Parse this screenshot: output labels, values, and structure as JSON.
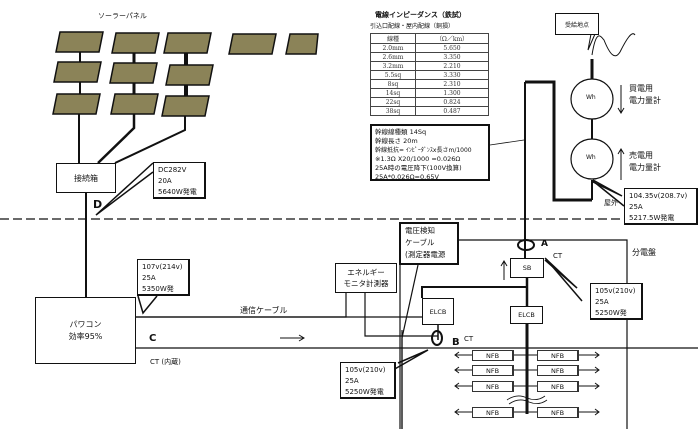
{
  "solar_panel_label": "ソーラーパネル",
  "impedance": {
    "title": "電線インピーダンス（鉄試）",
    "subtitle": "引込口配線・屋内配線（銅損）",
    "headers": [
      "線種",
      "（Ω／km）"
    ],
    "rows": [
      [
        "2.0mm",
        "5.650"
      ],
      [
        "2.6mm",
        "3.350"
      ],
      [
        "3.2mm",
        "2.210"
      ],
      [
        "5.5sq",
        "3.330"
      ],
      [
        "8sq",
        "2.310"
      ],
      [
        "14sq",
        "1.300"
      ],
      [
        "22sq",
        "0.824"
      ],
      [
        "38sq",
        "0.487"
      ]
    ]
  },
  "trunk_note": {
    "lines": [
      "幹線線種類 14Sq",
      "幹線長さ 20m",
      "幹線抵抗= ｲﾝﾋﾟｰﾀﾞﾝｽx長さm/1000",
      "※1.3Ω X20/1000 =0.026Ω",
      "25A時の電圧降下(100V換算)",
      "25A*0.026Ω=0.65V"
    ]
  },
  "service_point_label": "受給地点",
  "meters": {
    "buy": {
      "symbol": "Wh",
      "label_line1": "買電用",
      "label_line2": "電力量計"
    },
    "sell": {
      "symbol": "Wh",
      "label_line1": "売電用",
      "label_line2": "電力量計"
    }
  },
  "outdoor_label": "屋外",
  "junction_box_label": "接続箱",
  "callouts": {
    "d": [
      "DC282V",
      "20A",
      "5640W発電"
    ],
    "meter": [
      "104.35v(208.7v)",
      "25A",
      "5217.5W発電"
    ],
    "pcs": [
      "107v(214v)",
      "25A",
      "5350W発"
    ],
    "a": [
      "105v(210v)",
      "25A",
      "5250W発"
    ],
    "b": [
      "105v(210v)",
      "25A",
      "5250W発電"
    ]
  },
  "points": {
    "a": "A",
    "b": "B",
    "c": "C",
    "d": "D"
  },
  "ct_label": "CT",
  "ct_internal_label": "CT (内蔵)",
  "pcs": {
    "line1": "パワコン",
    "line2": "効率95%"
  },
  "energy_monitor": {
    "line1": "エネルギー",
    "line2": "モニタ計測器"
  },
  "comm_cable_label": "通信ケーブル",
  "voltage_cable": {
    "line1": "電圧検知",
    "line2": "ケーブル",
    "line3": "(測定器電源"
  },
  "sb_label": "SB",
  "elcb_label": "ELCB",
  "panel_label": "分電盤",
  "nfb_label": "NFB"
}
